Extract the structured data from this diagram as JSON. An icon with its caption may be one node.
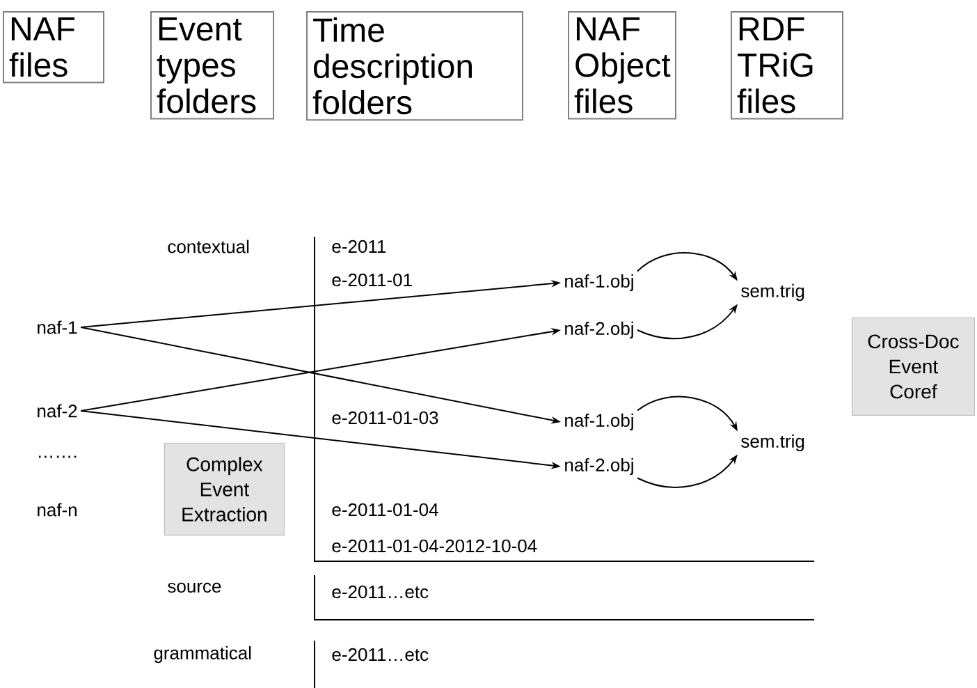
{
  "diagram": {
    "nodes": [
      {
        "text": [
          "NAF files"
        ]
      },
      {
        "text": [
          "Event types folders"
        ]
      },
      {
        "text": [
          "Time description folders"
        ]
      },
      {
        "text": [
          "NAF Object files"
        ]
      },
      {
        "text": [
          "RDF TRiG files"
        ]
      },
      {
        "text": [
          "naf-1"
        ]
      },
      {
        "text": [
          "naf-2"
        ]
      },
      {
        "text": [
          "Complex Event Extraction"
        ]
      },
      {
        "text": [
          "naf-1.obj"
        ]
      },
      {
        "text": [
          "naf-2.obj"
        ]
      },
      {
        "text": [
          "sem.trig"
        ]
      },
      {
        "text": [
          "naf-1.obj"
        ]
      },
      {
        "text": [
          "naf-2.obj"
        ]
      },
      {
        "text": [
          "sem.trig"
        ]
      },
      {
        "text": [
          "Cross-Doc Event Coref"
        ]
      }
    ],
    "edges": [
      {
        "from": 5,
        "to": 8,
        "arrow": "to"
      },
      {
        "from": 6,
        "to": 9,
        "arrow": "to"
      },
      {
        "from": 5,
        "to": 11,
        "arrow": "to"
      },
      {
        "from": 6,
        "to": 12,
        "arrow": "to"
      },
      {
        "from": 8,
        "to": 10,
        "arrow": "to"
      },
      {
        "from": 9,
        "to": 10,
        "arrow": "to"
      },
      {
        "from": 11,
        "to": 13,
        "arrow": "to"
      },
      {
        "from": 12,
        "to": 13,
        "arrow": "to"
      }
    ],
    "labels": [
      "contextual",
      "e-2011",
      "e-2011-01",
      "e-2011-01-03",
      "e-2011-01-04",
      "e-2011-01-04-2012-10-04",
      "source",
      "e-2011…etc",
      "grammatical",
      "e-2011…etc",
      "…….",
      "naf-n"
    ]
  }
}
